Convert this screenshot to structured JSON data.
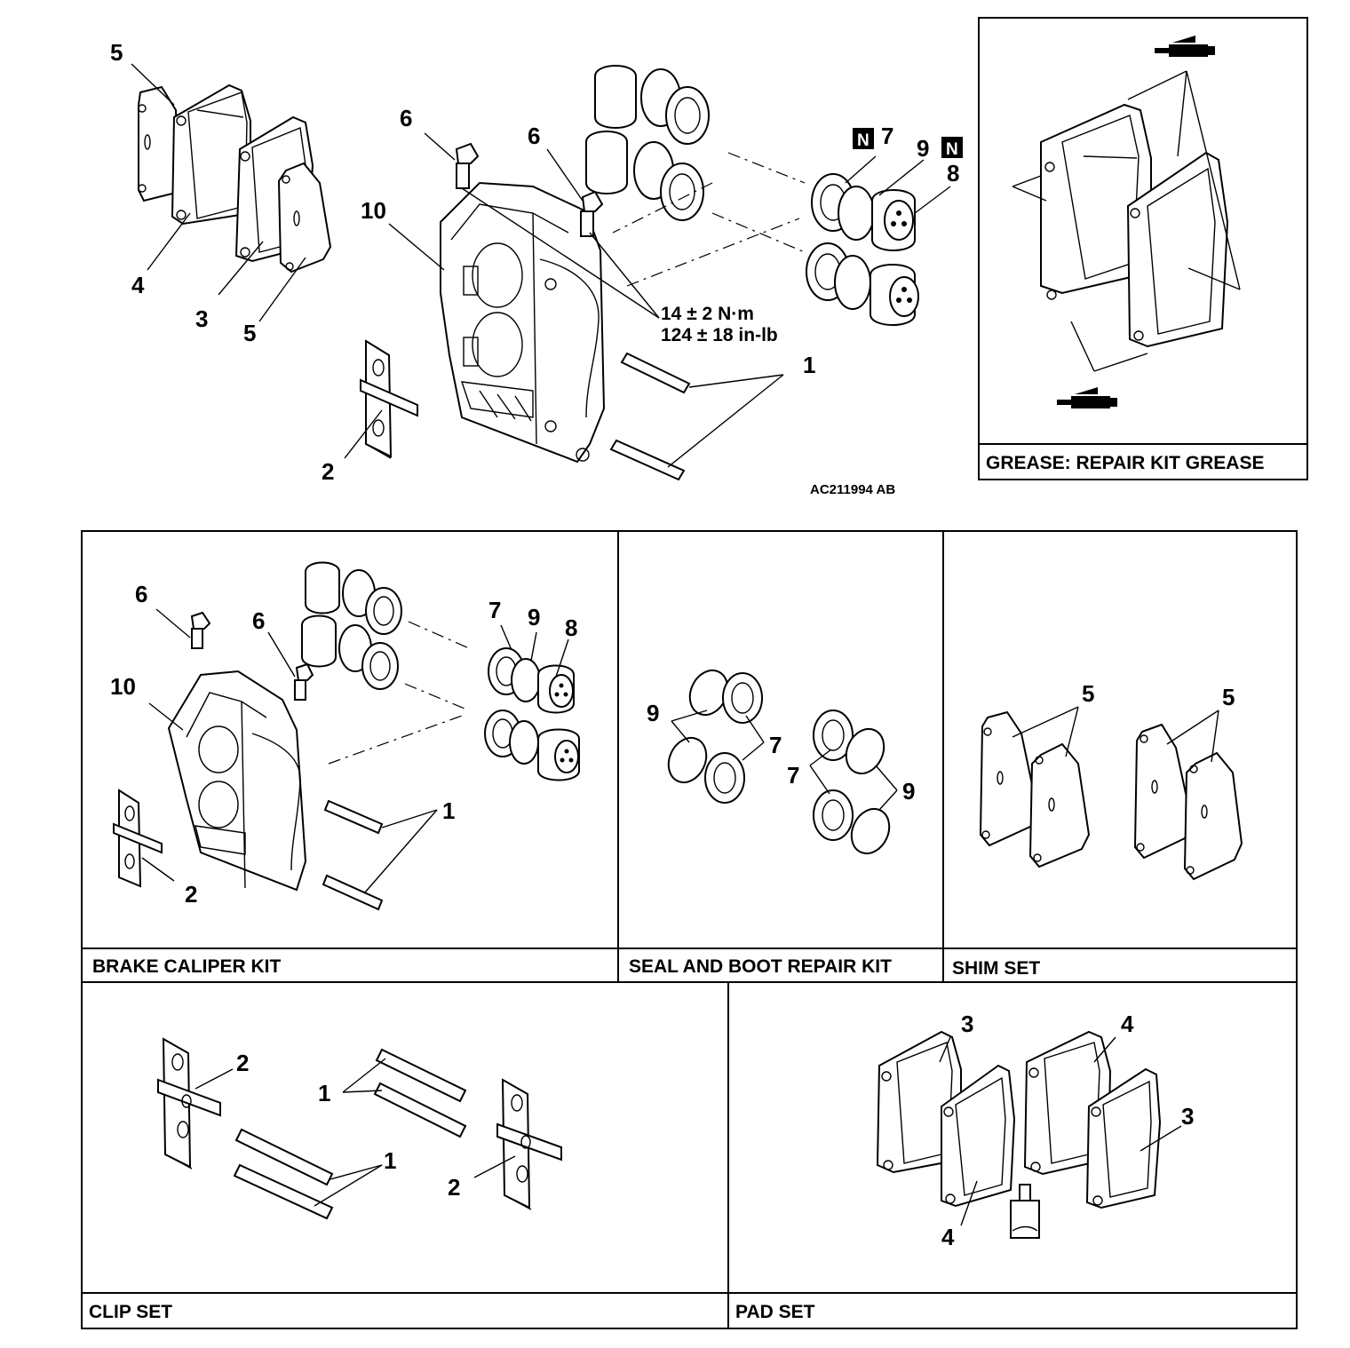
{
  "figure_code": "AC211994 AB",
  "torque": {
    "line1": "14 ± 2 N·m",
    "line2": "124 ± 18 in-lb"
  },
  "grease_label": "GREASE: REPAIR KIT GREASE",
  "new_part_mark": "N",
  "parts": {
    "p1": "1",
    "p2": "2",
    "p3": "3",
    "p4": "4",
    "p5": "5",
    "p6": "6",
    "p7": "7",
    "p8": "8",
    "p9": "9",
    "p10": "10"
  },
  "kits": {
    "brake_caliper_kit": "BRAKE CALIPER KIT",
    "seal_and_boot_repair_kit": "SEAL AND BOOT REPAIR KIT",
    "shim_set": "SHIM SET",
    "clip_set": "CLIP SET",
    "pad_set": "PAD SET"
  }
}
